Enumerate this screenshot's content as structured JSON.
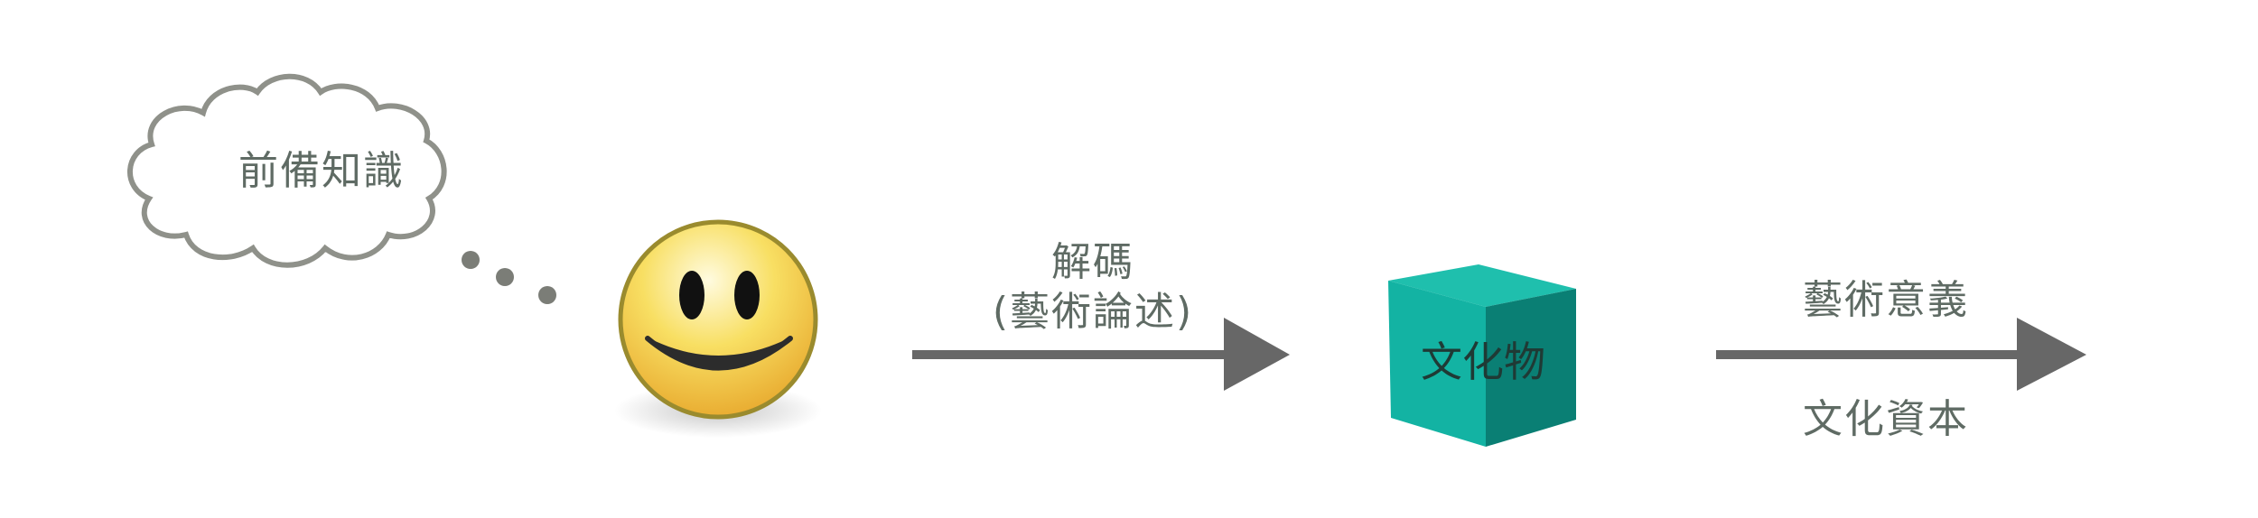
{
  "thought": {
    "label": "前備知識"
  },
  "decode": {
    "line1": "解碼",
    "line2": "(藝術論述)"
  },
  "object": {
    "label": "文化物"
  },
  "outcomes": {
    "top": "藝術意義",
    "bottom": "文化資本"
  },
  "colors": {
    "text": "#5f6b64",
    "cloud_stroke": "#8f918a",
    "arrow": "#676767",
    "cube_top": "#1fbfad",
    "cube_front": "#13b3a3",
    "cube_side": "#0a7f74",
    "face_fill": "#f4c430",
    "face_stroke": "#9a8b2e"
  }
}
